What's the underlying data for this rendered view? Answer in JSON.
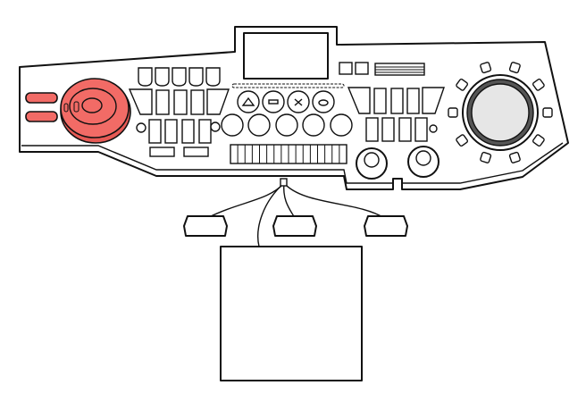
{
  "colors": {
    "accent": "#f26b66",
    "line": "#111111",
    "wheel_fill": "#e6e6e6"
  },
  "counts": {
    "fader_slots": 16,
    "pad_rows": 4,
    "pad_cols": 4,
    "pedals": 3,
    "ring_buttons": 10
  },
  "transport_icons": [
    "triangle-icon",
    "minus-icon",
    "x-icon",
    "circle-icon"
  ]
}
